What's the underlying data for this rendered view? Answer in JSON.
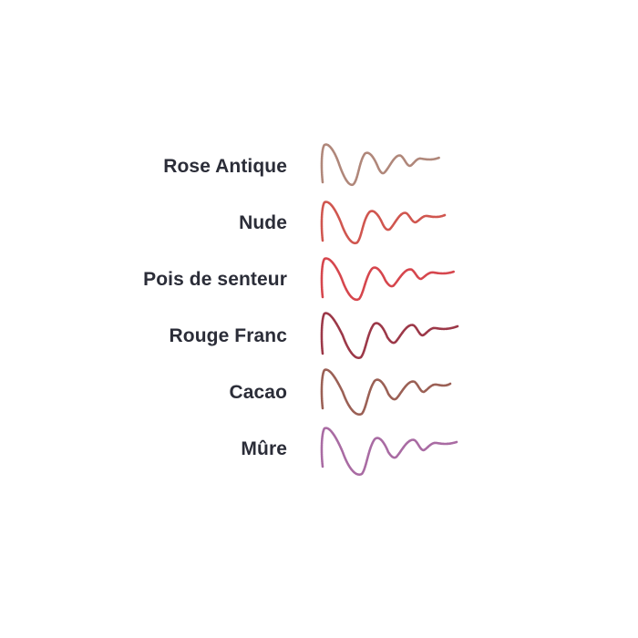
{
  "shades": [
    {
      "name": "Rose Antique",
      "color": "#b0877a"
    },
    {
      "name": "Nude",
      "color": "#d0564f"
    },
    {
      "name": "Pois de senteur",
      "color": "#d6464d"
    },
    {
      "name": "Rouge Franc",
      "color": "#9c3848"
    },
    {
      "name": "Cacao",
      "color": "#9b6055"
    },
    {
      "name": "Mûre",
      "color": "#a96ba3"
    }
  ]
}
